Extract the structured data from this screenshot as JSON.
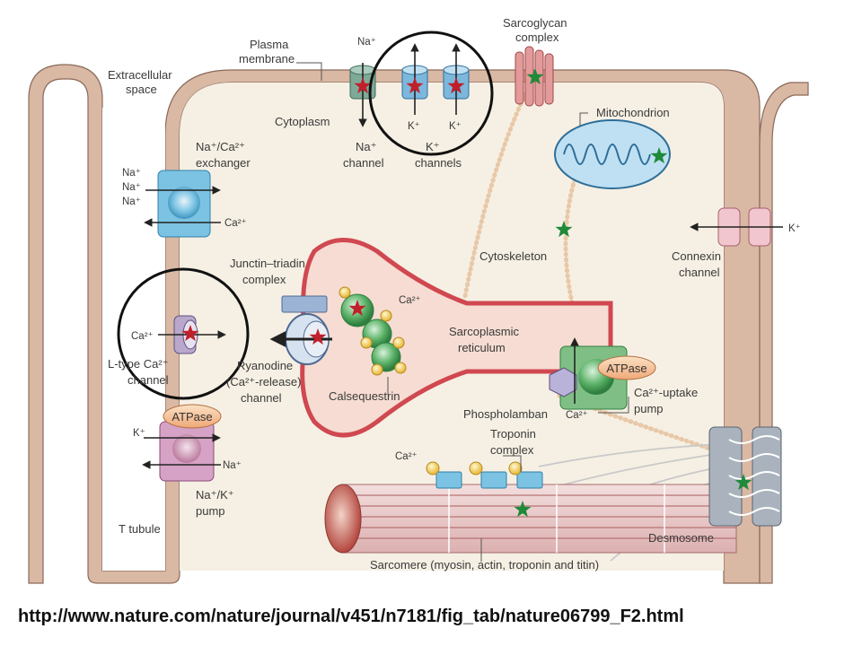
{
  "labels": {
    "extracellular": [
      "Extracellular",
      "space"
    ],
    "plasma": [
      "Plasma",
      "membrane"
    ],
    "cytoplasm": "Cytoplasm",
    "na_channel_ion": "Na⁺",
    "na_channel_name": [
      "Na⁺",
      "channel"
    ],
    "k_ion": "K⁺",
    "k_channels_name": [
      "K⁺",
      "channels"
    ],
    "sarcoglycan": [
      "Sarcoglycan",
      "complex"
    ],
    "mitochondrion": "Mitochondrion",
    "exchanger": [
      "Na⁺/Ca²⁺",
      "exchanger"
    ],
    "na_ion": "Na⁺",
    "ca_ion": "Ca²⁺",
    "cytoskeleton": "Cytoskeleton",
    "connexin": [
      "Connexin",
      "channel"
    ],
    "junctin": [
      "Junctin–triadin",
      "complex"
    ],
    "sarcoplasmic": [
      "Sarcoplasmic",
      "reticulum"
    ],
    "ltype": [
      "L-type Ca²⁺",
      "channel"
    ],
    "ryanodine": [
      "Ryanodine",
      "(Ca²⁺-release)",
      "channel"
    ],
    "calsequestrin": "Calsequestrin",
    "atpase": "ATPase",
    "phospholamban": "Phospholamban",
    "uptake": [
      "Ca²⁺-uptake",
      "pump"
    ],
    "troponin": [
      "Troponin",
      "complex"
    ],
    "nak_pump": [
      "Na⁺/K⁺",
      "pump"
    ],
    "desmosome": "Desmosome",
    "ttubule": "T tubule",
    "sarcomere": "Sarcomere (myosin, actin, troponin and titin)"
  },
  "caption_url": "http://www.nature.com/nature/journal/v451/n7181/fig_tab/nature06799_F2.html",
  "colors": {
    "membrane_fill": "#d9b8a4",
    "membrane_edge": "#8a6a5a",
    "cytoplasm": "#f6f0e4",
    "sr_line": "#d04850",
    "sr_fill": "#f6dcd2",
    "red_star": "#c0202a",
    "green_star": "#1e8a3a",
    "highlight_circle": "#111111"
  }
}
